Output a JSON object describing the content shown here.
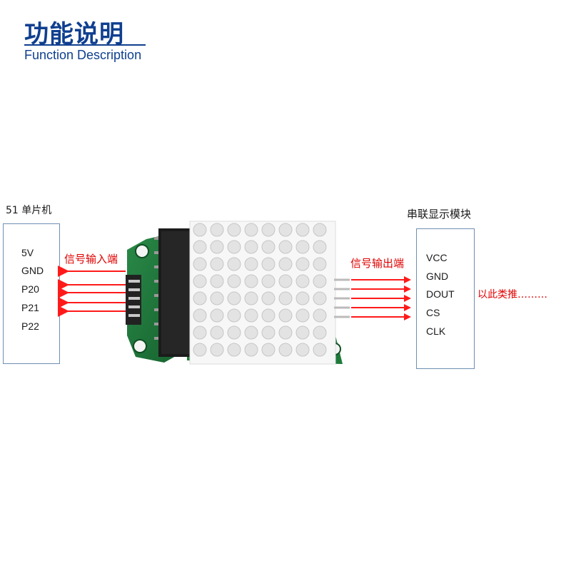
{
  "header": {
    "title_cn": "功能说明",
    "title_en": "Function Description"
  },
  "mcu": {
    "label": "51 单片机",
    "pins": [
      "5V",
      "GND",
      "P20",
      "P21",
      "P22"
    ]
  },
  "module": {
    "label": "串联显示模块",
    "pins": [
      "VCC",
      "GND",
      "DOUT",
      "CS",
      "CLK"
    ]
  },
  "signal": {
    "input_label": "信号输入端",
    "output_label": "信号输出端",
    "continuation": "以此类推………"
  },
  "colors": {
    "title": "#0f3f8f",
    "arrow": "#ff1a1a",
    "pcb": "#1f7a3c",
    "led_matrix": "#f2f2f2"
  },
  "matrix": {
    "rows": 8,
    "cols": 8
  }
}
